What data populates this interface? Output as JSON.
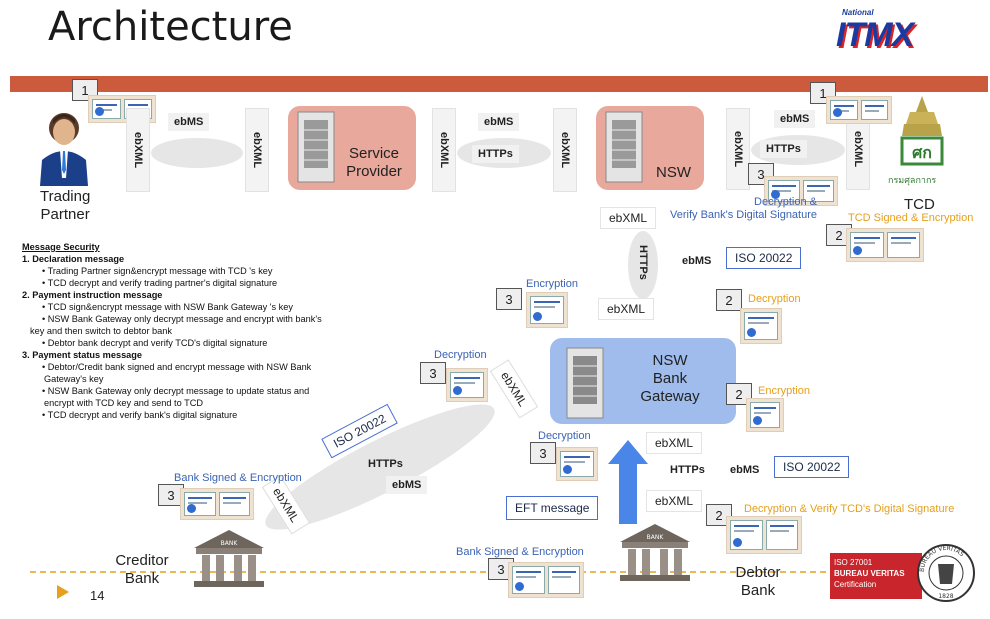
{
  "title": "Architecture",
  "logo_itmx": {
    "small": "National",
    "main": "ITMX"
  },
  "nodes": {
    "trading_partner": "Trading\nPartner",
    "service_provider": "Service\nProvider",
    "nsw": "NSW",
    "tcd": "TCD",
    "tcd_logo_text": "กรมศุลกากร",
    "nsw_bank_gateway": "NSW\nBank\nGateway",
    "creditor_bank": "Creditor\nBank",
    "debtor_bank": "Debtor\nBank",
    "bank_sign": "BANK"
  },
  "step_numbers": {
    "tp": "1",
    "tcd_top": "1",
    "tcd_verify": "3",
    "tcd_sign": "2",
    "enc_left": "3",
    "dec_right": "2",
    "dec_left": "3",
    "enc_right": "2",
    "dec_mid": "3",
    "bank_signed_left": "3",
    "dec_verify_tcd": "2",
    "bank_signed_bottom": "3"
  },
  "labels": {
    "ebms": "ebMS",
    "https": "HTTPs",
    "ebxml": "ebXML",
    "iso": "ISO 20022",
    "eft": "EFT message",
    "decryption_verify_bank": "Decryption &\nVerify Bank's Digital Signature",
    "tcd_signed_enc": "TCD Signed & Encryption",
    "encryption": "Encryption",
    "decryption": "Decryption",
    "bank_signed_enc": "Bank Signed & Encryption",
    "decryption_verify_tcd": "Decryption & Verify TCD's Digital Signature"
  },
  "security": {
    "heading": "Message Security",
    "s1": "1. Declaration message",
    "s1a": "• Trading Partner sign&encrypt message with TCD 's key",
    "s1b": "• TCD decrypt and verify trading partner's digital signature",
    "s2": "2. Payment instruction message",
    "s2a": "• TCD sign&encrypt message with NSW Bank Gateway 's key",
    "s2b": "• NSW Bank Gateway only decrypt message and encrypt with bank's",
    "s2b2": "key and then switch to debtor bank",
    "s2c": "• Debtor bank decrypt and verify TCD's digital signature",
    "s3": "3. Payment status message",
    "s3a": "• Debtor/Credit bank signed and encrypt message with NSW Bank",
    "s3a2": "Gateway's key",
    "s3b": "• NSW Bank Gateway only decrypt message to update status and",
    "s3b2": "encrypt with TCD key  and send to TCD",
    "s3c": "• TCD decrypt and verify bank's digital signature"
  },
  "footer": {
    "page_number": "14",
    "cert_line1": "ISO 27001",
    "cert_line2": "BUREAU VERITAS",
    "cert_line3": "Certification",
    "bv_ring": "BUREAU VERITAS",
    "bv_year": "1828"
  },
  "colors": {
    "accent_bar": "#cc5a3c",
    "gateway_bg": "#9fbcec",
    "server_bg": "#e8a89b",
    "arrow_blue": "#4a86e8"
  }
}
